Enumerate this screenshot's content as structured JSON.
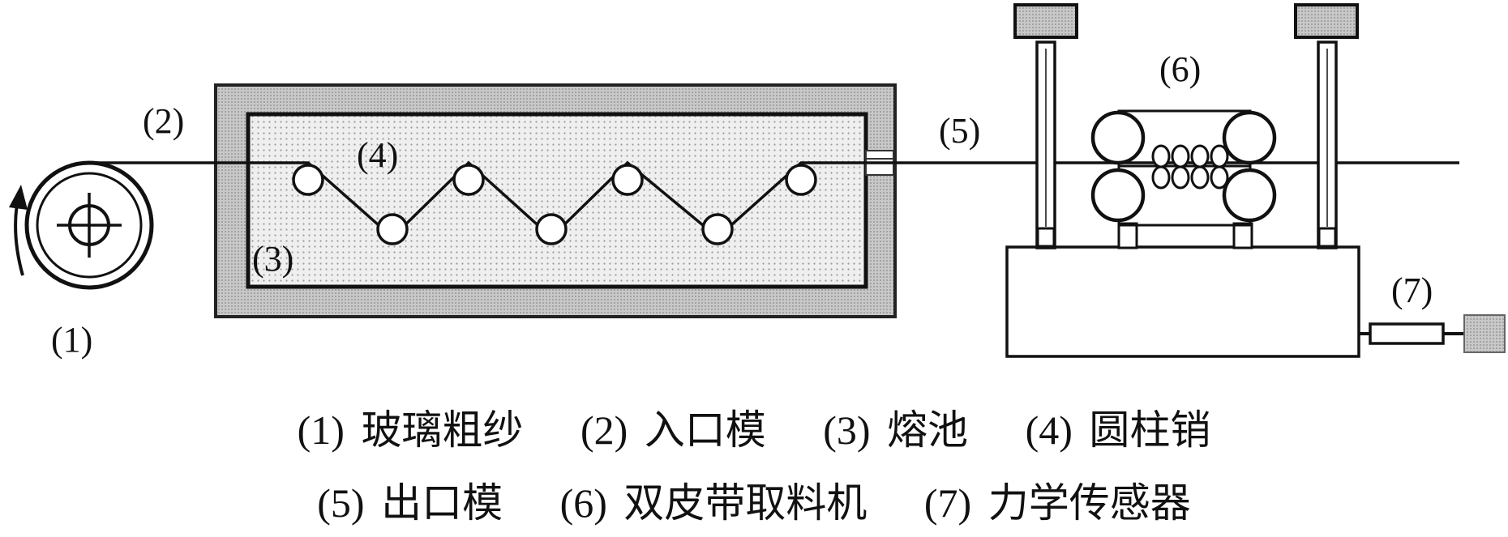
{
  "labels": {
    "l1": "(1)",
    "l2": "(2)",
    "l3": "(3)",
    "l4": "(4)",
    "l5": "(5)",
    "l6": "(6)",
    "l7": "(7)"
  },
  "caption": {
    "line1": [
      {
        "num": "(1)",
        "text": "玻璃粗纱"
      },
      {
        "num": "(2)",
        "text": "入口模"
      },
      {
        "num": "(3)",
        "text": "熔池"
      },
      {
        "num": "(4)",
        "text": "圆柱销"
      }
    ],
    "line2": [
      {
        "num": "(5)",
        "text": "出口模"
      },
      {
        "num": "(6)",
        "text": "双皮带取料机"
      },
      {
        "num": "(7)",
        "text": "力学传感器"
      }
    ]
  }
}
